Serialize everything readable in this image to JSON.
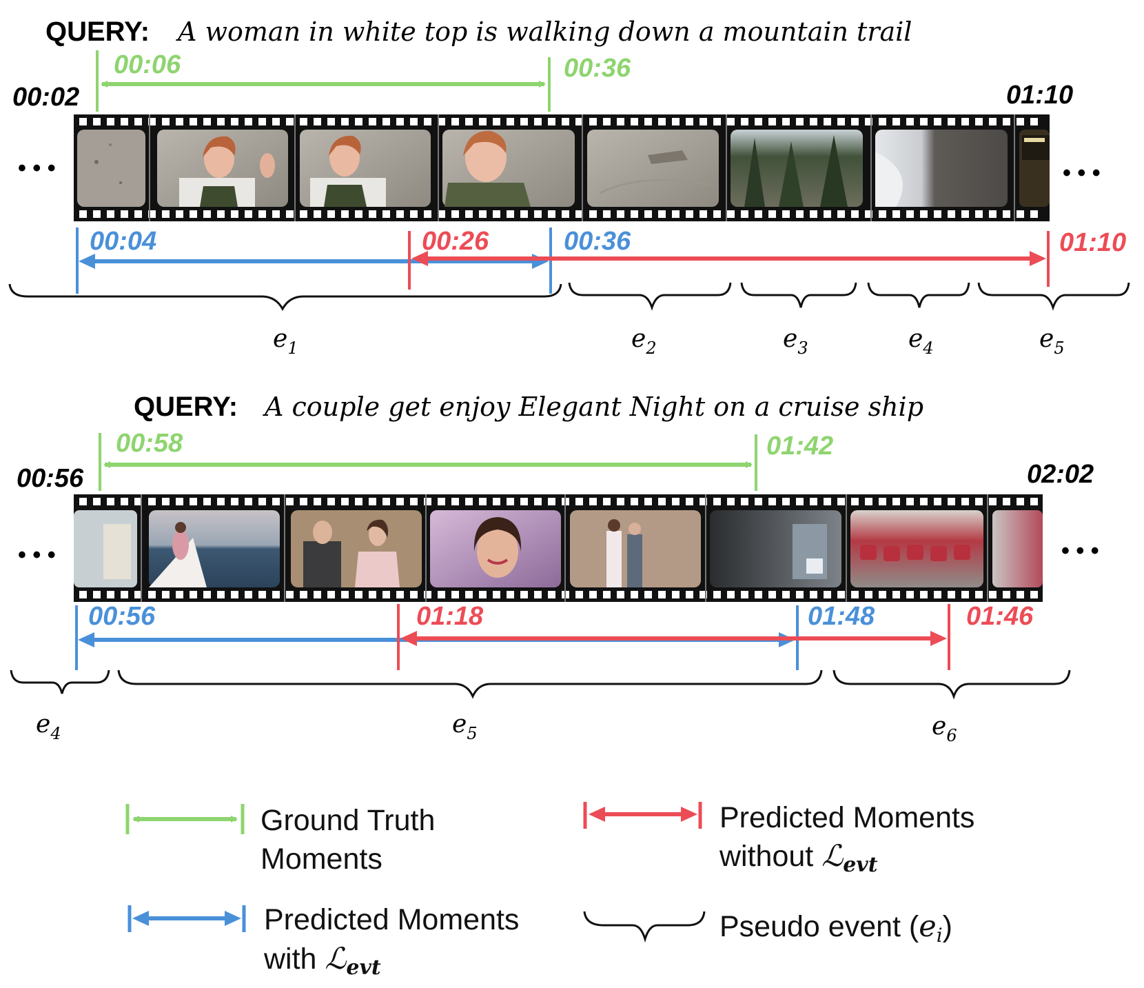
{
  "colors": {
    "ground_truth": "#8ed46f",
    "with_loss": "#4a90d9",
    "without_loss": "#ec4c56",
    "film": "#111111",
    "brace": "#111111"
  },
  "example1": {
    "query_label": "QUERY:",
    "query_text": "A woman in white top is walking down a mountain trail",
    "clip_start": "00:02",
    "clip_end": "01:10",
    "gt": {
      "start": "00:06",
      "end": "00:36"
    },
    "pred_with": {
      "start": "00:04",
      "end": "00:36"
    },
    "pred_without": {
      "start": "00:26",
      "end": "01:10"
    },
    "events": [
      {
        "letter": "e",
        "sub": "1"
      },
      {
        "letter": "e",
        "sub": "2"
      },
      {
        "letter": "e",
        "sub": "3"
      },
      {
        "letter": "e",
        "sub": "4"
      },
      {
        "letter": "e",
        "sub": "5"
      }
    ],
    "frames": [
      "gravel-ground",
      "woman-waving",
      "woman-smiling",
      "woman-closeup",
      "rocky-slope",
      "pine-forest",
      "snow-rock",
      "hotel-sign"
    ]
  },
  "example2": {
    "query_label": "QUERY:",
    "query_text": "A couple get enjoy Elegant Night on a cruise ship",
    "clip_start": "00:56",
    "clip_end": "02:02",
    "gt": {
      "start": "00:58",
      "end": "01:42"
    },
    "pred_with": {
      "start": "00:56",
      "end": "01:48"
    },
    "pred_without": {
      "start": "01:18",
      "end": "01:46"
    },
    "events": [
      {
        "letter": "e",
        "sub": "4"
      },
      {
        "letter": "e",
        "sub": "5"
      },
      {
        "letter": "e",
        "sub": "6"
      }
    ],
    "frames": [
      "ship-interior",
      "woman-on-deck",
      "couple-selfie",
      "woman-closeup",
      "couple-stairs",
      "ship-door",
      "meat-display",
      "restaurant"
    ]
  },
  "ellipsis": "• • •",
  "legend": {
    "ground_truth_line1": "Ground Truth",
    "ground_truth_line2": "Moments",
    "with_line1": "Predicted Moments",
    "with_line2_prefix": "with ",
    "without_line1": "Predicted Moments",
    "without_line2_prefix": "without ",
    "loss_symbol": "ℒ",
    "loss_sub": "evt",
    "pseudo_prefix": "Pseudo event (",
    "pseudo_var": "e",
    "pseudo_sub": "i",
    "pseudo_suffix": ")"
  }
}
